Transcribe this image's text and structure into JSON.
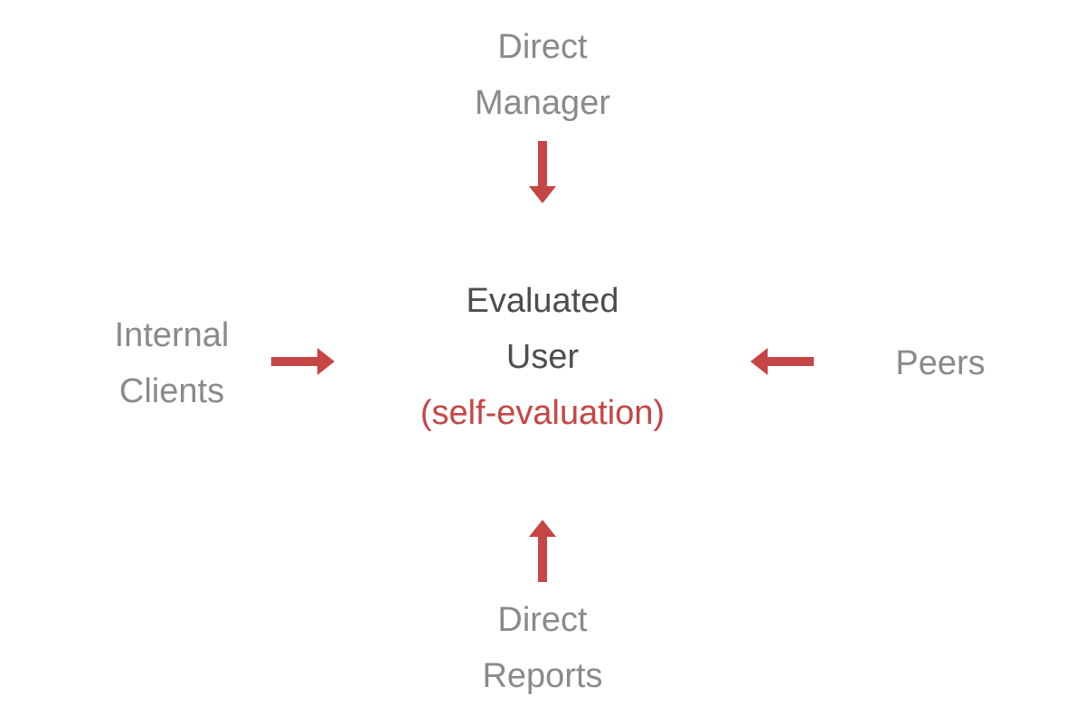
{
  "diagram": {
    "arrow_color": "#c64545",
    "label_color": "#8a8a8a",
    "center_color": "#4d4d4d",
    "center": {
      "line1": "Evaluated",
      "line2": "User",
      "line3": "(self-evaluation)"
    },
    "top": {
      "line1": "Direct",
      "line2": "Manager"
    },
    "bottom": {
      "line1": "Direct",
      "line2": "Reports"
    },
    "left": {
      "line1": "Internal",
      "line2": "Clients"
    },
    "right": {
      "line1": "Peers"
    }
  }
}
